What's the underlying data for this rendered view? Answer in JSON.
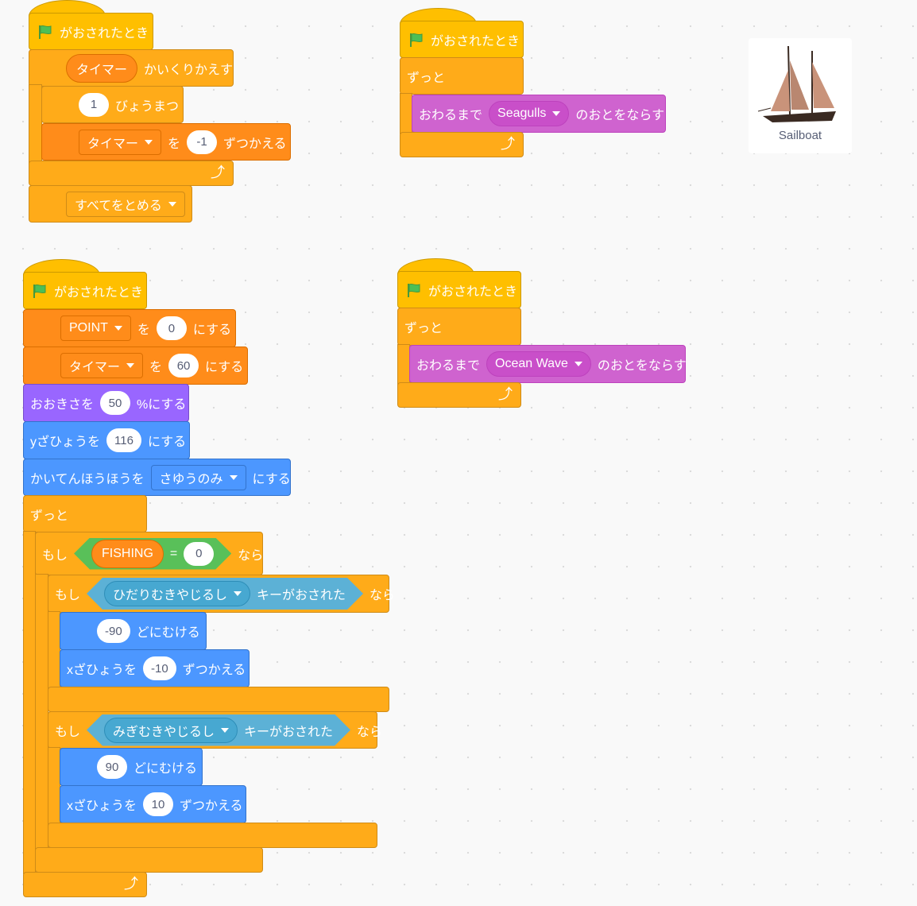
{
  "colors": {
    "events": "#FFBF00",
    "control": "#FFAB19",
    "variables": "#FF8C1A",
    "looks": "#9966FF",
    "motion": "#4C97FF",
    "sound": "#CF63CF",
    "operators": "#59C059",
    "sensing": "#5CB1D6"
  },
  "scripts": {
    "timer": {
      "hat": "がおされたとき",
      "repeat_var": "タイマー",
      "repeat_suffix": "かいくりかえす",
      "wait_value": "1",
      "wait_suffix": "びょうまつ",
      "change_var": "タイマー",
      "change_mid": "を",
      "change_value": "-1",
      "change_suffix": "ずつかえる",
      "stop_option": "すべてをとめる"
    },
    "seagulls": {
      "hat": "がおされたとき",
      "forever": "ずっと",
      "play_prefix": "おわるまで",
      "sound": "Seagulls",
      "play_suffix": "のおとをならす"
    },
    "ocean": {
      "hat": "がおされたとき",
      "forever": "ずっと",
      "play_prefix": "おわるまで",
      "sound": "Ocean Wave",
      "play_suffix": "のおとをならす"
    },
    "main": {
      "hat": "がおされたとき",
      "set1": {
        "var": "POINT",
        "mid": "を",
        "value": "0",
        "suffix": "にする"
      },
      "set2": {
        "var": "タイマー",
        "mid": "を",
        "value": "60",
        "suffix": "にする"
      },
      "size": {
        "prefix": "おおきさを",
        "value": "50",
        "suffix": "%にする"
      },
      "sety": {
        "prefix": "yざひょうを",
        "value": "116",
        "suffix": "にする"
      },
      "rotation": {
        "prefix": "かいてんほうほうを",
        "option": "さゆうのみ",
        "suffix": "にする"
      },
      "forever": "ずっと",
      "if1": {
        "if": "もし",
        "var": "FISHING",
        "op": "=",
        "value": "0",
        "then": "なら"
      },
      "if2": {
        "if": "もし",
        "key": "ひだりむきやじるし",
        "pressed": "キーがおされた",
        "then": "なら",
        "dir_value": "-90",
        "dir_suffix": "どにむける",
        "chx_prefix": "xざひょうを",
        "chx_value": "-10",
        "chx_suffix": "ずつかえる"
      },
      "if3": {
        "if": "もし",
        "key": "みぎむきやじるし",
        "pressed": "キーがおされた",
        "then": "なら",
        "dir_value": "90",
        "dir_suffix": "どにむける",
        "chx_prefix": "xざひょうを",
        "chx_value": "10",
        "chx_suffix": "ずつかえる"
      }
    }
  },
  "sprite": {
    "name": "Sailboat"
  }
}
